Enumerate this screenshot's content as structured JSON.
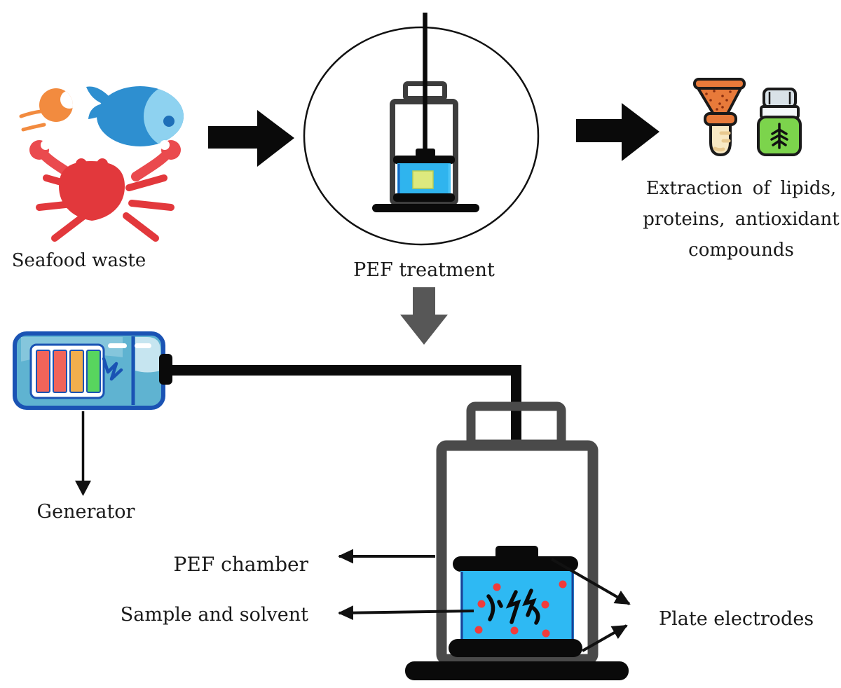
{
  "labels": {
    "seafood": "Seafood waste",
    "pef_treatment": "PEF treatment",
    "extraction_line1": "Extraction of lipids,",
    "extraction_line2": "proteins, antioxidant",
    "extraction_line3": "compounds",
    "generator": "Generator",
    "pef_chamber": "PEF chamber",
    "sample_solvent": "Sample and solvent",
    "plate_electrodes": "Plate electrodes"
  },
  "icons": [
    {
      "name": "shrimp-icon",
      "color": "#F28B3F"
    },
    {
      "name": "fish-icon",
      "colors": [
        "#2E8FD0",
        "#8ED2F0",
        "#1E6FB8"
      ]
    },
    {
      "name": "crab-icon",
      "colors": [
        "#E2383C",
        "#EA4A4E"
      ]
    },
    {
      "name": "pef-cell-icon",
      "colors": [
        "#3D3D3D",
        "#2FB4EE",
        "#DDE97E",
        "#0A0A0A"
      ]
    },
    {
      "name": "funnel-tube-icon",
      "colors": [
        "#E87A3A",
        "#F8E9C4",
        "#E8C98F"
      ]
    },
    {
      "name": "herb-bottle-icon",
      "colors": [
        "#7CD44C",
        "#D9E2E8"
      ]
    },
    {
      "name": "generator-battery-icon",
      "colors": [
        "#5FB3D1",
        "#1A53B4",
        "#F1645A",
        "#F2AF4D",
        "#58D55E"
      ]
    }
  ],
  "colors": {
    "background": "#FFFFFF",
    "text": "#1A1A1A",
    "flow_arrow_black": "#0A0A0A",
    "flow_arrow_gray": "#575757",
    "chamber_frame_gray": "#4A4A4A",
    "liquid_blue": "#2EB9F3",
    "electrode_black": "#0A0A0A",
    "particle_red": "#F03B3B",
    "circle_outline": "#111111"
  }
}
